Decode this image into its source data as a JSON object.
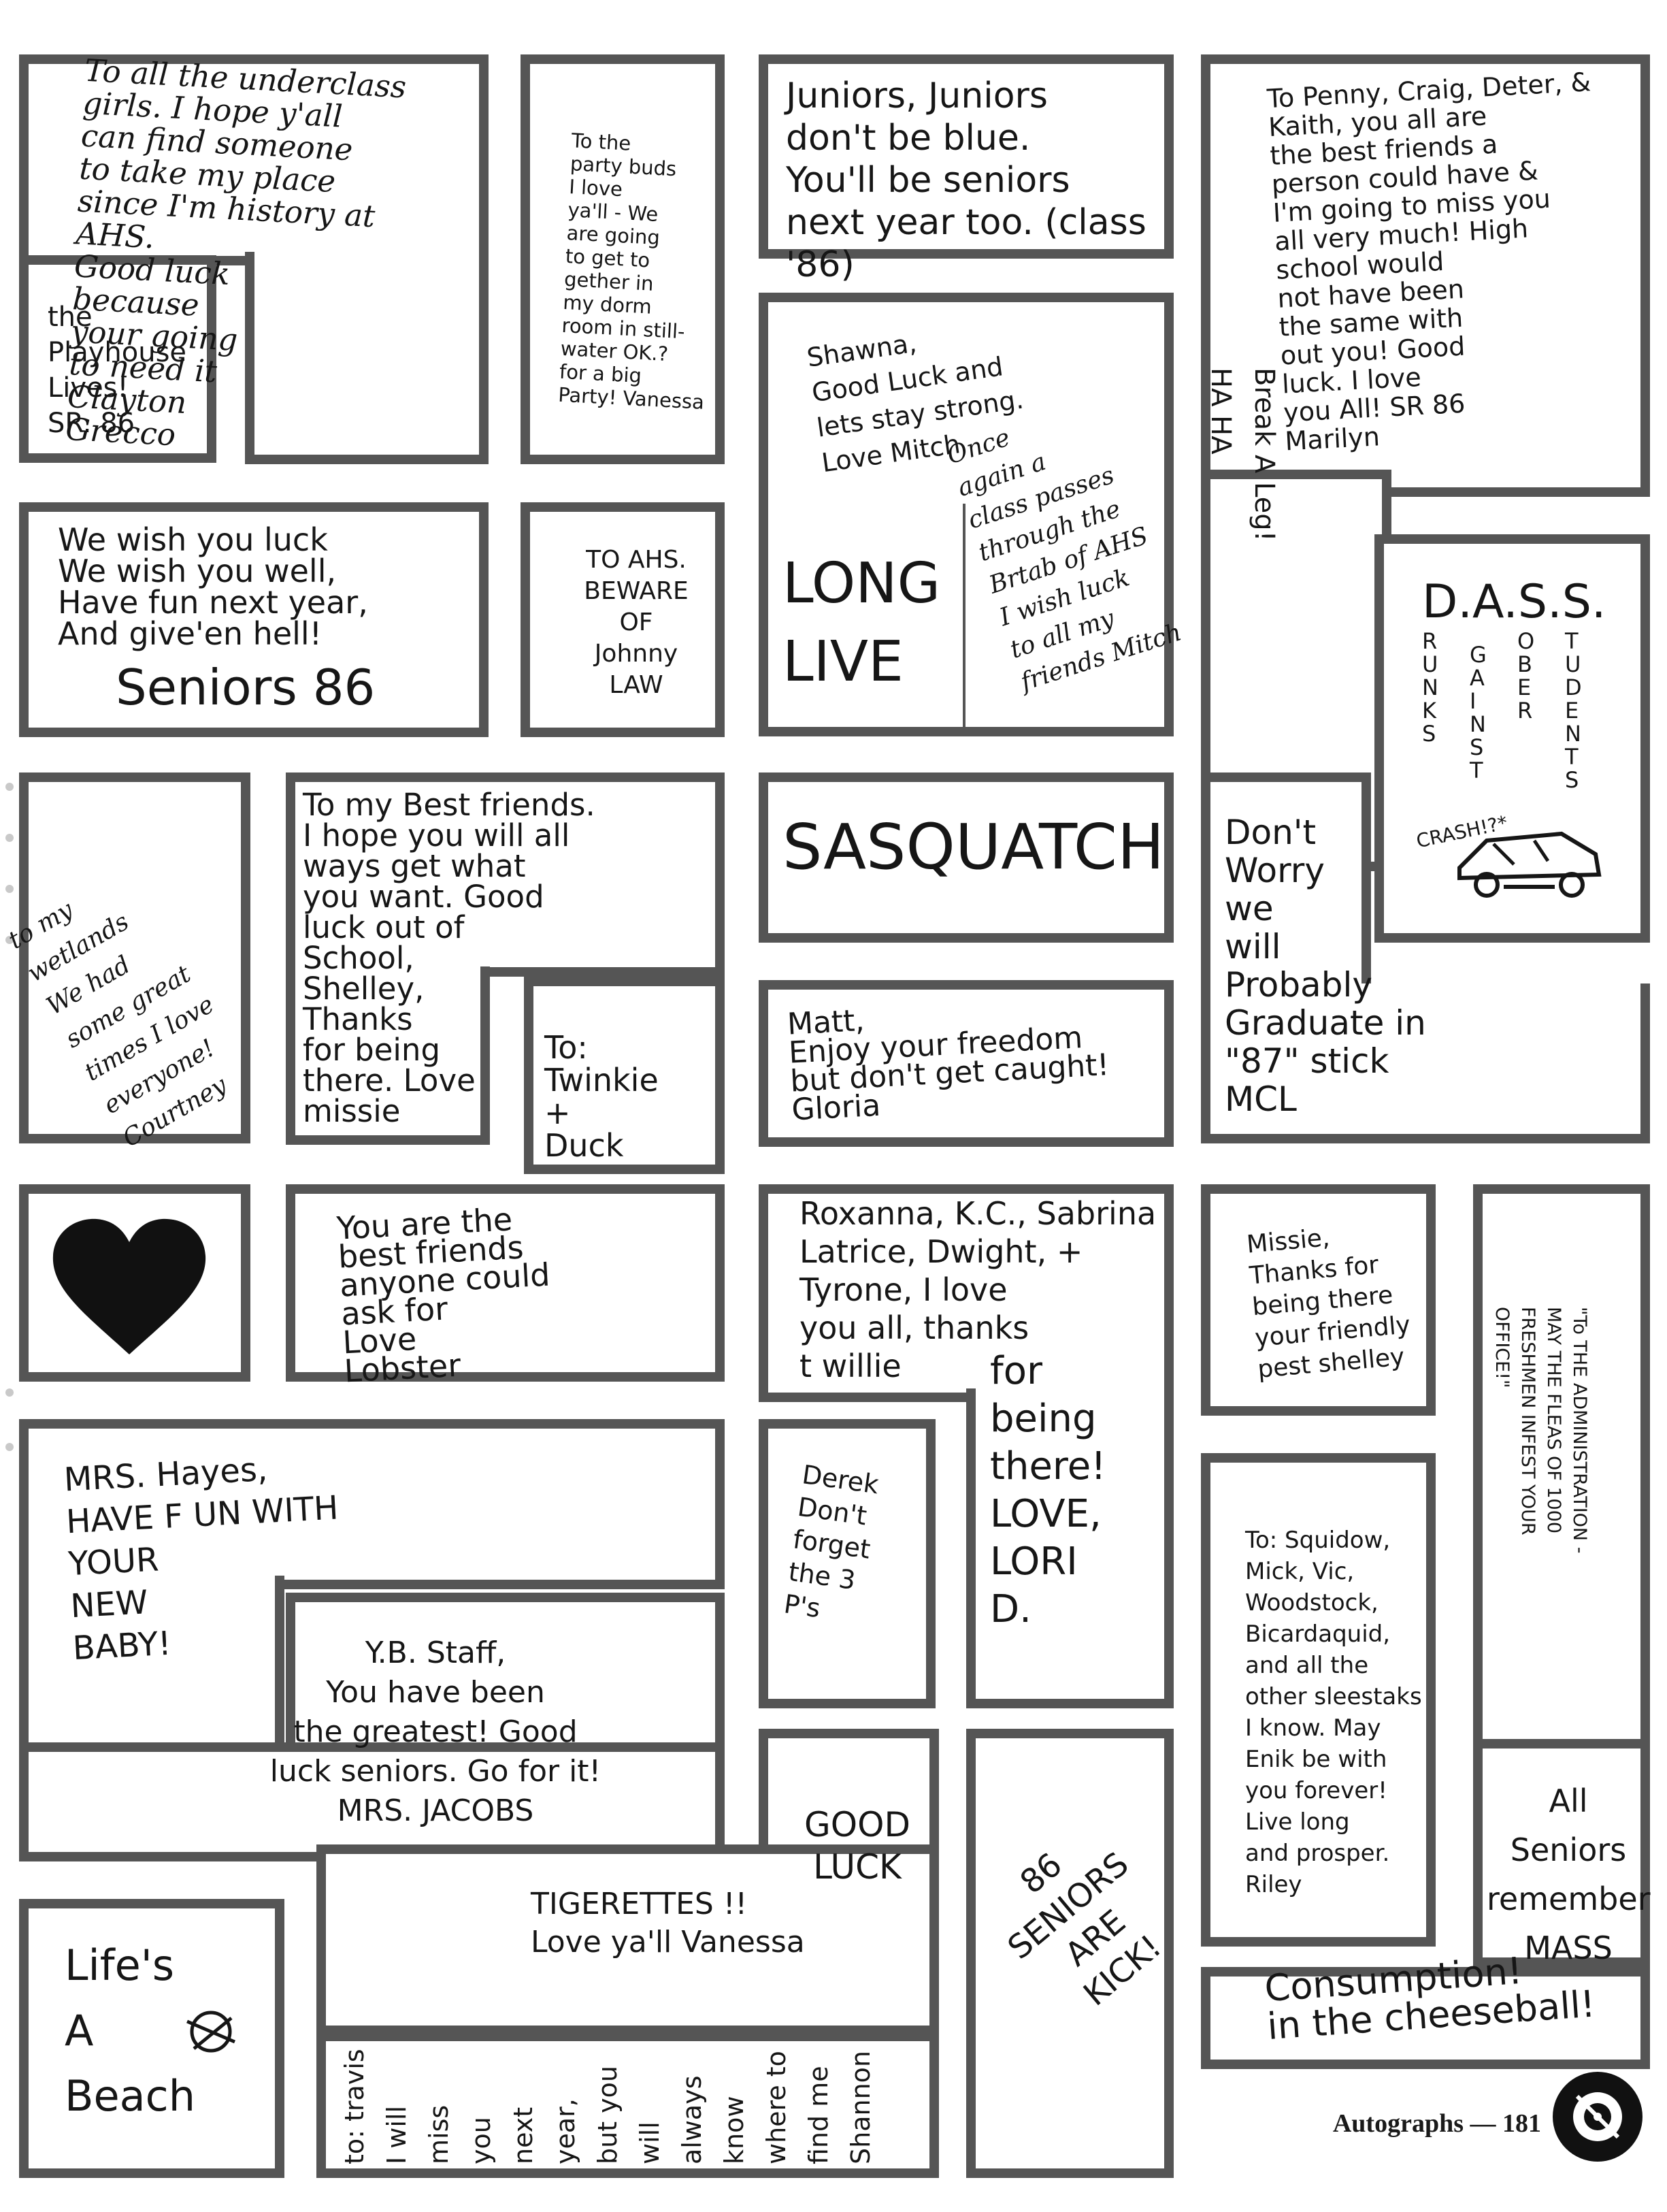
{
  "notes": {
    "underclass": "To all the underclass\ngirls. I hope y'all\ncan find someone\nto take my place\nsince I'm history at\nAHS.\nGood luck\nbecause\nyour going\nto need it\nClayton\nGrecco",
    "playhouse": "the\nPlayhouse\nLives!\nSR. 86",
    "party_buds": "To the\nparty buds\nI love\nya'll - We\nare going\nto get to\ngether in\nmy dorm\nroom in still-\nwater OK.?\nfor a big\nParty!  Vanessa",
    "juniors": "Juniors, Juniors\ndon't be blue.\nYou'll be seniors\nnext year too. (class '86)",
    "penny": "To Penny, Craig, Deter, &\nKaith,  you all are\nthe best friends a\nperson could have &\nI'm going to miss you\nall very much! High\nschool would\nnot have been\nthe same with\nout you! Good\nluck. I love\nyou All! SR 86\nMarilyn",
    "shawna": "Shawna,\nGood Luck and\nlets stay strong.\nLove Mitch",
    "class_passes": "Once\nagain a\nclass passes\nthrough the\nBrtab of AHS\nI wish luck\nto all my\nfriends  Mitch",
    "break_leg": "Break A Leg!\nHA HA",
    "wish_luck": "We wish you luck\nWe wish you well,\nHave fun next year,\nAnd give'en hell!",
    "seniors86": "Seniors 86",
    "johnny_law": "TO AHS.\nBEWARE\nOF\nJohnny\nLAW",
    "long_live": "LONG\nLIVE",
    "dass_title": "D.A.S.S.",
    "dass_words": [
      "RUNKS",
      "GAINST",
      "OBER",
      "TUDENTS"
    ],
    "crash": "CRASH!?*",
    "wetlands": "to my\nwetlands\nWe had\nsome great\ntimes I love\neveryone!\nCourtney",
    "best_friends": "To my Best friends.\nI hope you will all\nways get what\nyou want. Good\nluck out of\nSchool,\nShelley,\nThanks\nfor being\nthere. Love\nmissie",
    "sasquatch": "SASQUATCH",
    "dont_worry": "Don't\nWorry\nwe\nwill\nProbably\nGraduate in\n\"87\"  stick\nMCL",
    "twinkie": "To:\nTwinkie\n+\nDuck",
    "matt": "Matt,\nEnjoy your freedom\nbut don't get caught!\nGloria",
    "lobster": "You are the\nbest friends\nanyone could\nask for\nLove\nLobster",
    "roxanna": "Roxanna, K.C., Sabrina\nLatrice, Dwight, +\nTyrone, I love\nyou all, thanks\nt willie",
    "lori": "for\nbeing\nthere!\nLOVE,\nLORI\nD.",
    "missie_thanks": "Missie,\nThanks for\nbeing there\nyour friendly\npest  shelley",
    "administration": "\"To THE ADMINISTRATION -\nMAY THE FLEAS OF 1000\nFRESHMEN INFEST YOUR\nOFFICE!\"",
    "mrs_hayes": "MRS. Hayes,\nHAVE  F UN  WITH\nYOUR\nNEW\nBABY!",
    "derek": "Derek\nDon't\nforget\nthe 3\nP's",
    "squidow": "To: Squidow,\nMick, Vic,\nWoodstock,\nBicardaquid,\nand all the\nother sleestaks\nI know. May\nEnik be with\nyou forever!\nLive long\nand prosper.\nRiley",
    "yb_staff": "Y.B. Staff,\nYou have been\nthe greatest! Good\nluck seniors. Go for it!\nMRS. JACOBS",
    "good_luck": "GOOD\nLUCK",
    "all_seniors": "All Seniors\nremember\nMASS",
    "consumption": "Consumption!\nin the cheeseball!",
    "seniors_kick": "86\nSENIORS\nARE\nKICK!",
    "lifes": "Life's\nA\nBeach",
    "tigerettes": "TIGERETTES !!\nLove ya'll    Vanessa",
    "travis": "to: travis\nI will\nmiss\nyou\nnext\nyear,\nbut you\nwill\nalways\nknow\nwhere to\nfind me\nShannon"
  },
  "footer": {
    "label": "Autographs — 181"
  },
  "colors": {
    "box_border": "#555555",
    "ink": "#161616",
    "paper": "#ffffff"
  },
  "icons": {
    "heart": "heart-icon",
    "car": "car-icon",
    "seal": "record-logo-icon"
  }
}
